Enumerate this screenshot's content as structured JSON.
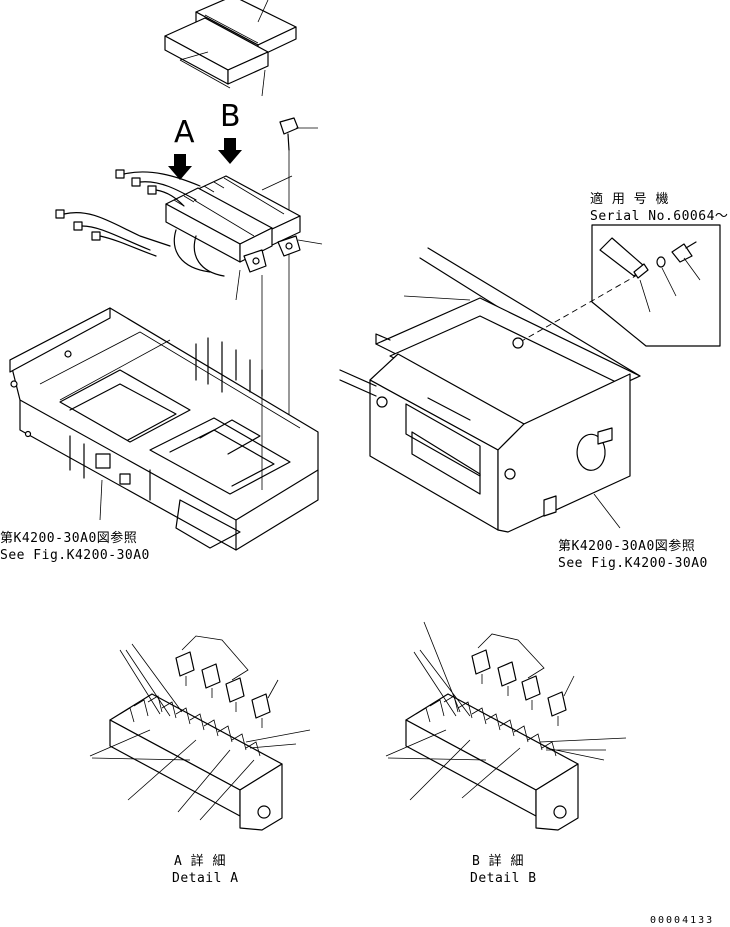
{
  "labels": {
    "arrow_a": "A",
    "arrow_b": "B",
    "serial_title": "適 用 号 機",
    "serial_number": "Serial No.60064～",
    "ref_left_jp": "第K4200-30A0図参照",
    "ref_left_en": "See Fig.K4200-30A0",
    "ref_right_jp": "第K4200-30A0図参照",
    "ref_right_en": "See Fig.K4200-30A0",
    "detail_a_jp": "A 詳 細",
    "detail_a_en": "Detail A",
    "detail_b_jp": "B 詳 細",
    "detail_b_en": "Detail B",
    "drawing_code": "00004133"
  }
}
